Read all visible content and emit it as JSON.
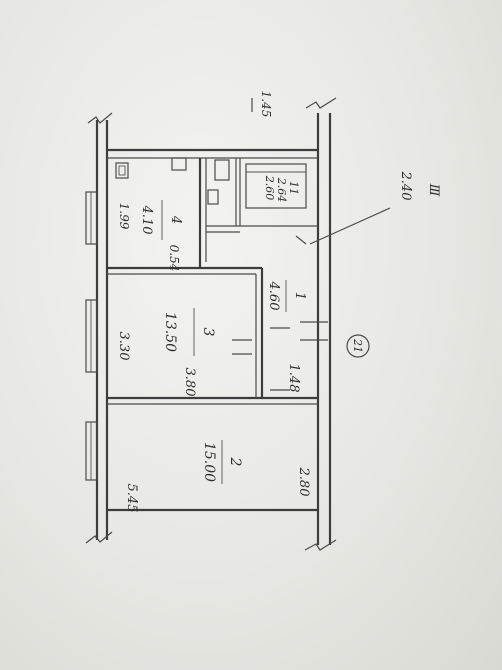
{
  "plan": {
    "rooms": [
      {
        "id": "2",
        "number": "2",
        "area": "15.00"
      },
      {
        "id": "3",
        "number": "3",
        "area": "13.50"
      },
      {
        "id": "1",
        "number": "1",
        "area": "4.60"
      },
      {
        "id": "4",
        "number": "4",
        "area": "4.10"
      },
      {
        "id": "11",
        "number": "11",
        "area": "2.60"
      }
    ],
    "dimensions": [
      "5.45",
      "2.80",
      "3.80",
      "1.48",
      "3.30",
      "1.99",
      "0.54",
      "2.64"
    ],
    "callouts": [
      "2.40",
      "Ⅲ"
    ],
    "marker": "21",
    "corner_label": "1.45"
  }
}
